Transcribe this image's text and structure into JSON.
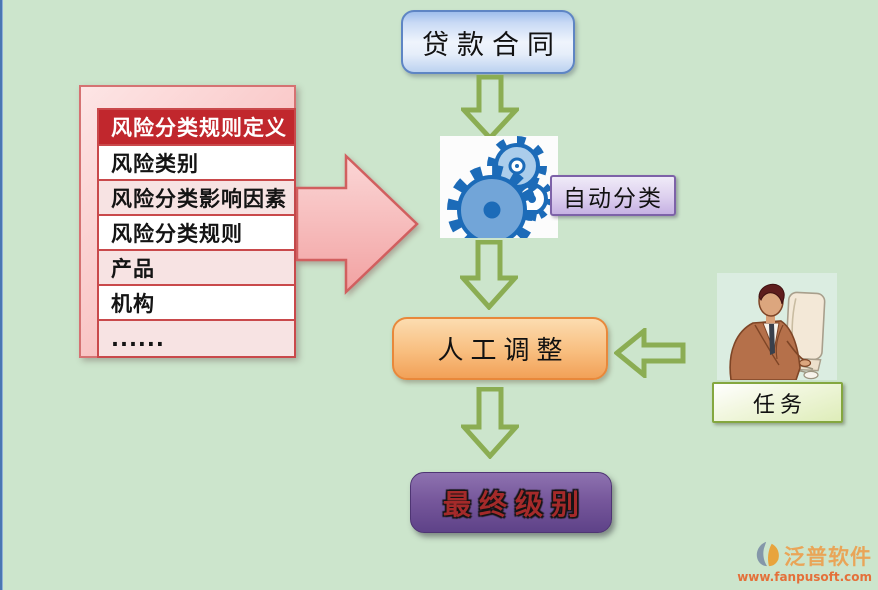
{
  "flow": {
    "loan_contract": {
      "label": "贷款合同"
    },
    "auto_classify": {
      "label": "自动分类"
    },
    "manual_adjust": {
      "label": "人工调整"
    },
    "final_level": {
      "label": "最终级别"
    },
    "task": {
      "label": "任务"
    }
  },
  "rules_table": {
    "header": "风险分类规则定义",
    "rows": [
      "风险类别",
      "风险分类影响因素",
      "风险分类规则",
      "产品",
      "机构",
      "......"
    ]
  },
  "icons": {
    "gears": "automatic-classification-gears",
    "person": "person-at-computer-illustration",
    "logo": "fanpu-software-logo"
  },
  "colors": {
    "background": "#CCE5CC",
    "arrow_green": "#8BAD53",
    "arrow_pink_fill": "#F6B9B9",
    "table_header_red": "#C1272D",
    "node_blue_border": "#5E85C4",
    "node_orange_border": "#E8883B",
    "node_purple": "#6B4B92",
    "final_text_red": "#A42A2A"
  },
  "watermark": {
    "brand": "泛普软件",
    "url": "www.fanpusoft.com"
  }
}
